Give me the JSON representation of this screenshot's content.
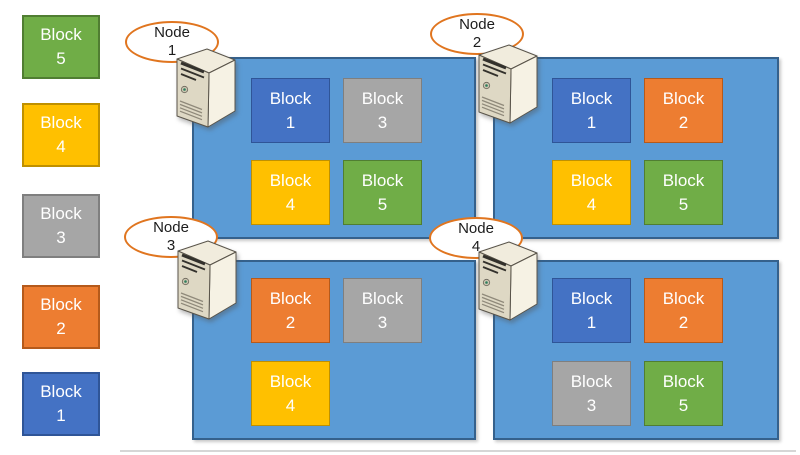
{
  "palette": {
    "block_blue": "#4472C4",
    "block_blue_border": "#2F5597",
    "block_orange": "#ED7D31",
    "block_orange_border": "#B55A1B",
    "block_gray": "#A6A6A6",
    "block_gray_border": "#7F7F7F",
    "block_gold": "#FFC000",
    "block_gold_border": "#BF9000",
    "block_green": "#70AD47",
    "block_green_border": "#507E32",
    "panel_fill": "#5B9BD5",
    "panel_border": "#35618C",
    "oval_fill": "#FFFFFF",
    "oval_border": "#E0751F",
    "text_light": "#FFFFFF",
    "text_dark": "#1C1C1C",
    "divider_gray": "#D6D6D6"
  },
  "legend": {
    "blocks": [
      {
        "label": "Block",
        "number": "5",
        "color": "green"
      },
      {
        "label": "Block",
        "number": "4",
        "color": "gold"
      },
      {
        "label": "Block",
        "number": "3",
        "color": "gray"
      },
      {
        "label": "Block",
        "number": "2",
        "color": "orange"
      },
      {
        "label": "Block",
        "number": "1",
        "color": "blue"
      }
    ]
  },
  "nodes": [
    {
      "label": "Node",
      "number": "1",
      "blocks": [
        {
          "label": "Block",
          "number": "1",
          "color": "blue",
          "row": 0,
          "col": 0
        },
        {
          "label": "Block",
          "number": "3",
          "color": "gray",
          "row": 0,
          "col": 1
        },
        {
          "label": "Block",
          "number": "4",
          "color": "gold",
          "row": 1,
          "col": 0
        },
        {
          "label": "Block",
          "number": "5",
          "color": "green",
          "row": 1,
          "col": 1
        }
      ]
    },
    {
      "label": "Node",
      "number": "2",
      "blocks": [
        {
          "label": "Block",
          "number": "1",
          "color": "blue",
          "row": 0,
          "col": 0
        },
        {
          "label": "Block",
          "number": "2",
          "color": "orange",
          "row": 0,
          "col": 1
        },
        {
          "label": "Block",
          "number": "4",
          "color": "gold",
          "row": 1,
          "col": 0
        },
        {
          "label": "Block",
          "number": "5",
          "color": "green",
          "row": 1,
          "col": 1
        }
      ]
    },
    {
      "label": "Node",
      "number": "3",
      "blocks": [
        {
          "label": "Block",
          "number": "2",
          "color": "orange",
          "row": 0,
          "col": 0
        },
        {
          "label": "Block",
          "number": "3",
          "color": "gray",
          "row": 0,
          "col": 1
        },
        {
          "label": "Block",
          "number": "4",
          "color": "gold",
          "row": 1,
          "col": 0
        }
      ]
    },
    {
      "label": "Node",
      "number": "4",
      "blocks": [
        {
          "label": "Block",
          "number": "1",
          "color": "blue",
          "row": 0,
          "col": 0
        },
        {
          "label": "Block",
          "number": "2",
          "color": "orange",
          "row": 0,
          "col": 1
        },
        {
          "label": "Block",
          "number": "3",
          "color": "gray",
          "row": 1,
          "col": 0
        },
        {
          "label": "Block",
          "number": "5",
          "color": "green",
          "row": 1,
          "col": 1
        }
      ]
    }
  ]
}
